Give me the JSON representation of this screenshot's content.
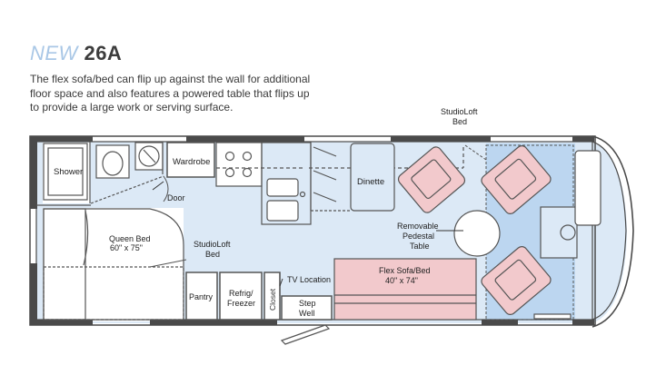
{
  "header": {
    "new_label": "NEW",
    "model": "26A",
    "description_lines": [
      "The flex sofa/bed can flip up against the wall for additional",
      "floor space and also features a powered table that flips up",
      "to provide a large work or serving surface."
    ]
  },
  "floorplan": {
    "labels": {
      "shower": "Shower",
      "wardrobe": "Wardrobe",
      "door": "Door",
      "queen_bed_1": "Queen Bed",
      "queen_bed_2": "60\" x 75\"",
      "studioloft_center_1": "StudioLoft",
      "studioloft_center_2": "Bed",
      "studioloft_top_1": "StudioLoft",
      "studioloft_top_2": "Bed",
      "dinette": "Dinette",
      "table_1": "Removable",
      "table_2": "Pedestal",
      "table_3": "Table",
      "sofa_1": "Flex Sofa/Bed",
      "sofa_2": "40\" x 74\"",
      "pantry": "Pantry",
      "fridge_1": "Refrig/",
      "fridge_2": "Freezer",
      "closet": "Closet",
      "tv": "TV Location",
      "step_1": "Step",
      "step_2": "Well"
    },
    "colors": {
      "floor": "#dce9f6",
      "loft_area": "#bcd6f0",
      "furniture": "#f2c9cc",
      "walls": "#4a4a4a",
      "outline": "#555555"
    }
  }
}
